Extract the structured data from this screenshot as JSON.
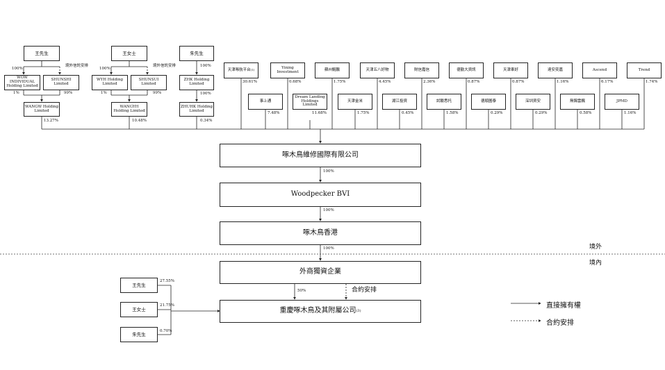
{
  "top_left_owners": [
    {
      "name": "王先生"
    },
    {
      "name": "王女士"
    },
    {
      "name": "朱先生"
    }
  ],
  "wangw_group": {
    "wow": "WOW INDIVIDUAL Holding Limited",
    "shunshi": "SHUNSHI Limited",
    "trust": "境外信託安排",
    "p1": "100%",
    "p2": "1%",
    "p3": "99%",
    "holding": "WANGW Holding Limited",
    "share": "13.27%"
  },
  "wangyh_group": {
    "wyh": "WYH Holding Limited",
    "shunsui": "SHUNSUI Limited",
    "trust": "境外信託安排",
    "p1": "100%",
    "p2": "1%",
    "p3": "99%",
    "holding": "WANGYH Holding Limited",
    "share": "10.48%"
  },
  "zhuhk_group": {
    "zhk": "ZHK Holding Limited",
    "p1": "100%",
    "p2": "100%",
    "holding": "ZHUHK Holding Limited",
    "share": "0.34%"
  },
  "top_row": [
    {
      "name": "天津啄航平台",
      "share": "30.61%"
    },
    {
      "name": "Yining Investment",
      "share": "0.68%"
    },
    {
      "name": "蘇州鯤鵬",
      "share": "1.75%"
    },
    {
      "name": "天津五八好物",
      "share": "4.45%"
    },
    {
      "name": "財信嘉信",
      "share": "2.36%"
    },
    {
      "name": "德勤大資訊",
      "share": "0.87%"
    },
    {
      "name": "天津車好",
      "share": "0.87%"
    },
    {
      "name": "達安奕嘉",
      "share": "1.16%"
    },
    {
      "name": "Ascend",
      "share": "6.17%"
    },
    {
      "name": "Trend",
      "share": "1.74%"
    }
  ],
  "second_row": [
    {
      "name": "事上通",
      "share": "7.48%"
    },
    {
      "name": "Dream Landing Holdings Limited",
      "share": "11.68%"
    },
    {
      "name": "天津金米",
      "share": "1.75%"
    },
    {
      "name": "湖江投資",
      "share": "0.45%"
    },
    {
      "name": "試驗悉托",
      "share": "1.58%"
    },
    {
      "name": "德順圖泰",
      "share": "0.29%"
    },
    {
      "name": "深圳資安",
      "share": "0.29%"
    },
    {
      "name": "無錫雲飄",
      "share": "0.58%"
    },
    {
      "name": "JPMD",
      "share": "1.16%"
    }
  ],
  "chain": {
    "company": "啄木鳥維修國際有限公司",
    "p_bvi": "100%",
    "bvi": "Woodpecker BVI",
    "p_hk": "100%",
    "hk": "啄木鳥香港",
    "p_wfoe": "100%",
    "wfoe": "外商獨資企業",
    "p_cq": "50%",
    "contract": "合約安排",
    "chongqing": "重慶啄木鳥及其附屬公司",
    "chongqing_note": "(3)"
  },
  "zones": {
    "offshore": "境外",
    "onshore": "境內"
  },
  "bottom_owners": [
    {
      "name": "王先生",
      "share": "27.55%"
    },
    {
      "name": "王女士",
      "share": "21.75%"
    },
    {
      "name": "朱先生",
      "share": "0.70%"
    }
  ],
  "legend": {
    "direct": "直接擁有權",
    "contract": "合約安排"
  }
}
